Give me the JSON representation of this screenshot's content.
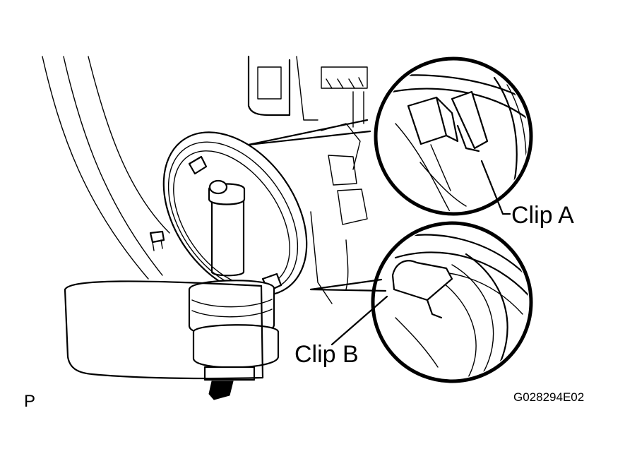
{
  "labels": {
    "clip_a": "Clip A",
    "clip_b": "Clip B",
    "figure_code": "G028294E02",
    "position_mark": "P"
  },
  "colors": {
    "line": "#000000",
    "background": "#ffffff"
  }
}
